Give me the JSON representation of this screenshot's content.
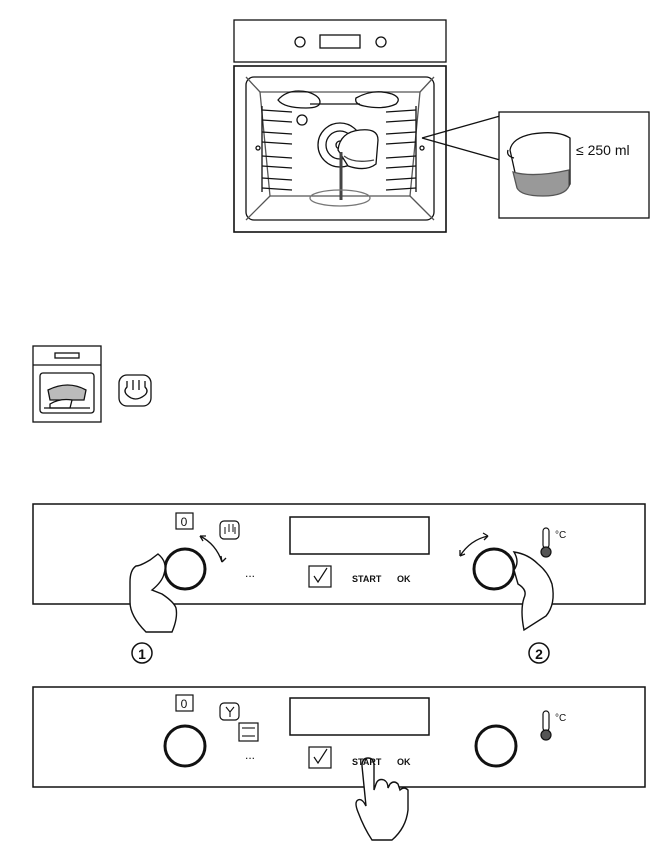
{
  "illustration1": {
    "measure_label": "≤ 250 ml"
  },
  "illustration2": {
    "function_icon": "steam-drop-icon",
    "oven_icon": "oven-baking-tray-icon"
  },
  "panel1": {
    "left_knob_zero": "0",
    "ellipsis": "...",
    "check_icon": "checklist-icon",
    "start_label": "START",
    "ok_label": "OK",
    "temp_unit": "°C",
    "step_left": "1",
    "step_right": "2",
    "function_icon": "steam-drop-icon"
  },
  "panel2": {
    "left_knob_zero": "0",
    "ellipsis": "...",
    "check_icon": "checklist-icon",
    "start_label": "START",
    "ok_label": "OK",
    "temp_unit": "°C",
    "function_icon": "fan-icon",
    "grill_icon": "top-bottom-heat-icon"
  }
}
